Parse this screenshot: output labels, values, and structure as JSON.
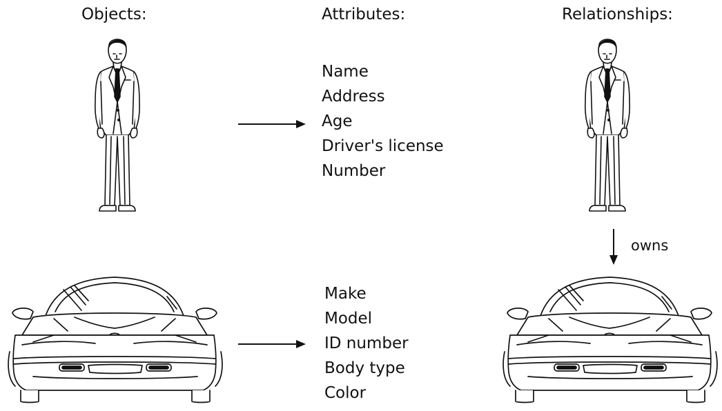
{
  "headings": {
    "objects": "Objects:",
    "attributes": "Attributes:",
    "relationships": "Relationships:"
  },
  "person_attributes": [
    "Name",
    "Address",
    "Age",
    "Driver's license",
    "Number"
  ],
  "car_attributes": [
    "Make",
    "Model",
    "ID number",
    "Body type",
    "Color"
  ],
  "relationship": {
    "label": "owns"
  },
  "icons": {
    "person": "man-in-suit-icon",
    "car": "sports-car-front-icon",
    "arrow_right": "arrow-right-icon",
    "arrow_down": "arrow-down-icon"
  }
}
